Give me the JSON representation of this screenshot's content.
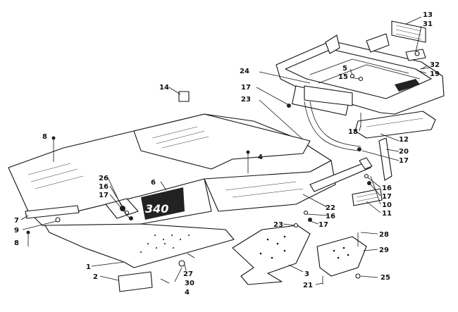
{
  "diagram": {
    "callouts": [
      {
        "id": "c13",
        "text": "13"
      },
      {
        "id": "c31",
        "text": "31"
      },
      {
        "id": "c32",
        "text": "32"
      },
      {
        "id": "c19",
        "text": "19"
      },
      {
        "id": "c5",
        "text": "5"
      },
      {
        "id": "c15",
        "text": "15"
      },
      {
        "id": "c24",
        "text": "24"
      },
      {
        "id": "c14",
        "text": "14"
      },
      {
        "id": "c17a",
        "text": "17"
      },
      {
        "id": "c23a",
        "text": "23"
      },
      {
        "id": "c18",
        "text": "18"
      },
      {
        "id": "c12",
        "text": "12"
      },
      {
        "id": "c20",
        "text": "20"
      },
      {
        "id": "c17b",
        "text": "17"
      },
      {
        "id": "c8a",
        "text": "8"
      },
      {
        "id": "c4a",
        "text": "4"
      },
      {
        "id": "c26",
        "text": "26"
      },
      {
        "id": "c16a",
        "text": "16"
      },
      {
        "id": "c17c",
        "text": "17"
      },
      {
        "id": "c6",
        "text": "6"
      },
      {
        "id": "c16b",
        "text": "16"
      },
      {
        "id": "c17d",
        "text": "17"
      },
      {
        "id": "c10",
        "text": "10"
      },
      {
        "id": "c11",
        "text": "11"
      },
      {
        "id": "c7",
        "text": "7"
      },
      {
        "id": "c9",
        "text": "9"
      },
      {
        "id": "c8b",
        "text": "8"
      },
      {
        "id": "c22",
        "text": "22"
      },
      {
        "id": "c16c",
        "text": "16"
      },
      {
        "id": "c23b",
        "text": "23"
      },
      {
        "id": "c17e",
        "text": "17"
      },
      {
        "id": "c28",
        "text": "28"
      },
      {
        "id": "c29",
        "text": "29"
      },
      {
        "id": "c1",
        "text": "1"
      },
      {
        "id": "c27",
        "text": "27"
      },
      {
        "id": "c2",
        "text": "2"
      },
      {
        "id": "c30",
        "text": "30"
      },
      {
        "id": "c4b",
        "text": "4"
      },
      {
        "id": "c3",
        "text": "3"
      },
      {
        "id": "c21",
        "text": "21"
      },
      {
        "id": "c25",
        "text": "25"
      }
    ],
    "hood_emblem": "340"
  }
}
